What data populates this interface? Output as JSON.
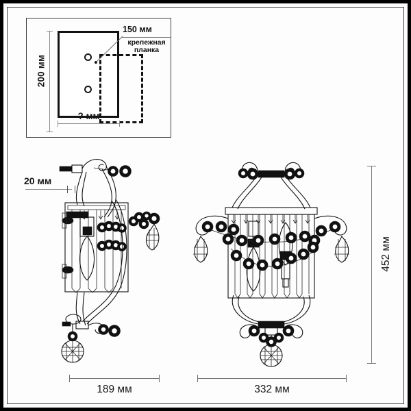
{
  "document": {
    "type": "technical-dimension-drawing",
    "subject": "wall sconce with crystal pendants",
    "language": "ru"
  },
  "mount_panel": {
    "name": "mounting plate detail",
    "height_label": "200 мм",
    "width_label": "? мм",
    "callout_value": "150 мм",
    "callout_caption_line1": "крепежная",
    "callout_caption_line2": "планка",
    "holes": 2
  },
  "dimensions": {
    "depth_label": "20 мм",
    "side_width_label": "189 мм",
    "front_width_label": "332 мм",
    "height_label": "452 мм"
  },
  "figures": [
    {
      "id": "side-view",
      "name": "sconce side view"
    },
    {
      "id": "front-view",
      "name": "sconce front view"
    }
  ],
  "colors": {
    "frame": "#000000",
    "inner_frame": "#3a3a3a",
    "line": "#111111",
    "dimension_line": "#8c8c8c",
    "background": "#fdfdfd"
  }
}
